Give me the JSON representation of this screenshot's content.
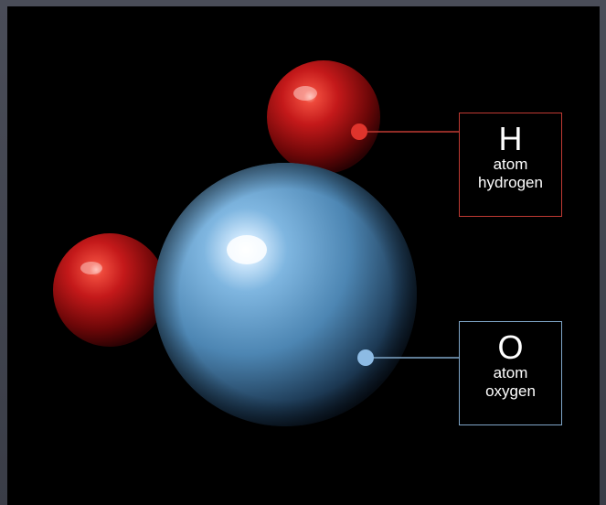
{
  "colors": {
    "background": "#000000",
    "hydrogen": "#b31a1a",
    "oxygen": "#6aa2cc",
    "hydrogen_callout": "#c03a32",
    "oxygen_callout": "#7fa6c8",
    "label_text": "#ffffff"
  },
  "labels": {
    "hydrogen": {
      "symbol": "H",
      "line1": "atom",
      "line2": "hydrogen"
    },
    "oxygen": {
      "symbol": "O",
      "line1": "atom",
      "line2": "oxygen"
    }
  }
}
